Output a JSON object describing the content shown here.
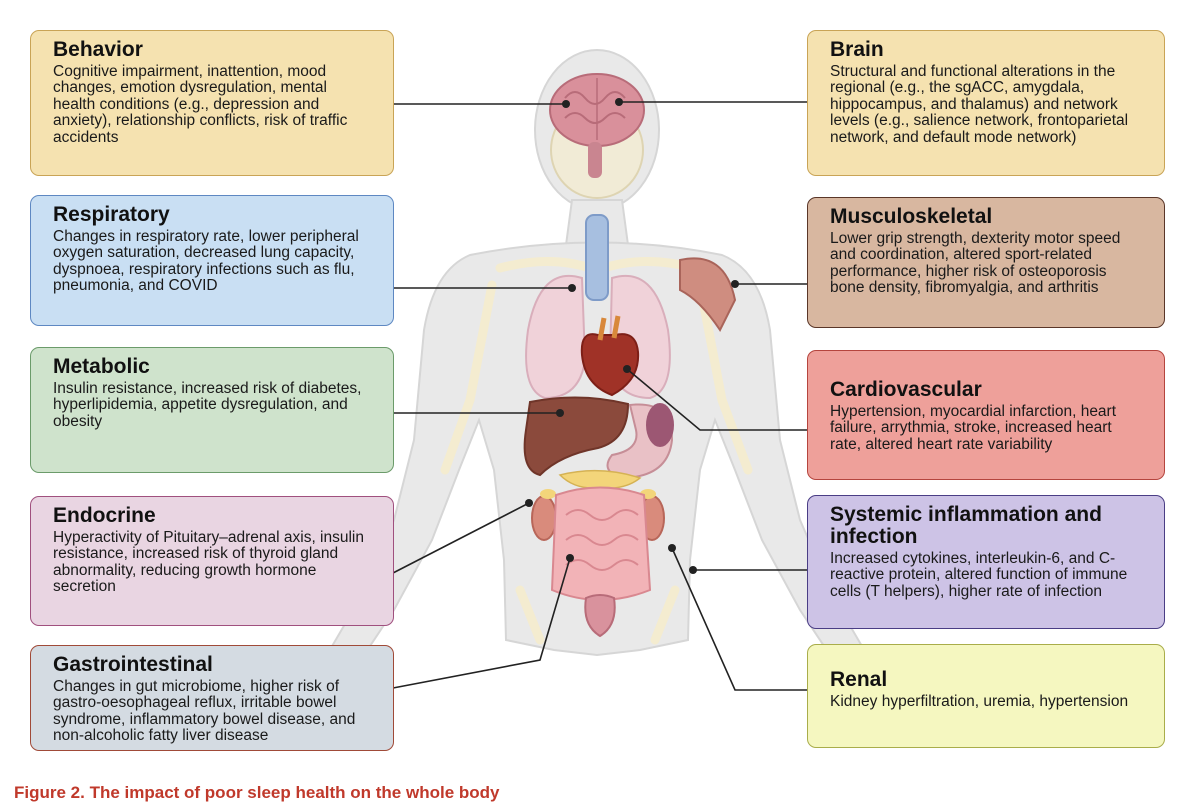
{
  "boxes": {
    "behavior": {
      "title": "Behavior",
      "text": "Cognitive impairment, inattention, mood changes, emotion dysregulation, mental health conditions (e.g., depression and anxiety), relationship conflicts, risk of traffic accidents",
      "fill": "#f5e2b0",
      "border": "#c9a456"
    },
    "respiratory": {
      "title": "Respiratory",
      "text": "Changes in respiratory rate, lower peripheral oxygen saturation, decreased lung capacity, dyspnoea, respiratory infections such as flu, pneumonia, and COVID",
      "fill": "#c9dff3",
      "border": "#5e88c2"
    },
    "metabolic": {
      "title": "Metabolic",
      "text": "Insulin resistance, increased risk of diabetes, hyperlipidemia, appetite dysregulation, and obesity",
      "fill": "#cfe3cc",
      "border": "#6b9b6a"
    },
    "endocrine": {
      "title": "Endocrine",
      "text": "Hyperactivity of Pituitary–adrenal axis, insulin resistance, increased risk of thyroid gland abnormality, reducing growth hormone secretion",
      "fill": "#e9d5e2",
      "border": "#a0507e"
    },
    "gastrointestinal": {
      "title": "Gastrointestinal",
      "text": "Changes in gut microbiome, higher risk of gastro-oesophageal reflux, irritable bowel syndrome, inflammatory bowel disease, and non-alcoholic fatty liver disease",
      "fill": "#d4dbe2",
      "border": "#a04a38"
    },
    "brain": {
      "title": "Brain",
      "text": "Structural and functional alterations in the regional (e.g., the sgACC, amygdala, hippocampus, and thalamus) and network levels (e.g., salience network, frontoparietal network, and default mode network)",
      "fill": "#f5e2b0",
      "border": "#c9a456"
    },
    "musculoskeletal": {
      "title": "Musculoskeletal",
      "text": "Lower grip strength, dexterity motor speed and coordination, altered sport-related performance, higher risk of osteoporosis bone density, fibromyalgia, and arthritis",
      "fill": "#d8b7a0",
      "border": "#5a3628"
    },
    "cardiovascular": {
      "title": "Cardiovascular",
      "text": "Hypertension, myocardial infarction, heart failure, arrythmia, stroke, increased heart rate, altered heart rate variability",
      "fill": "#eea09a",
      "border": "#b5453e"
    },
    "inflammation": {
      "title": "Systemic inflammation and infection",
      "text": "Increased cytokines, interleukin-6, and C-reactive protein, altered function of immune cells (T helpers), higher rate of infection",
      "fill": "#cdc3e6",
      "border": "#4a3d85"
    },
    "renal": {
      "title": "Renal",
      "text": "Kidney hyperfiltration, uremia, hypertension",
      "fill": "#f5f7c0",
      "border": "#a9ad4a"
    }
  },
  "caption": "Figure 2.  The impact of poor sleep health on the whole body"
}
